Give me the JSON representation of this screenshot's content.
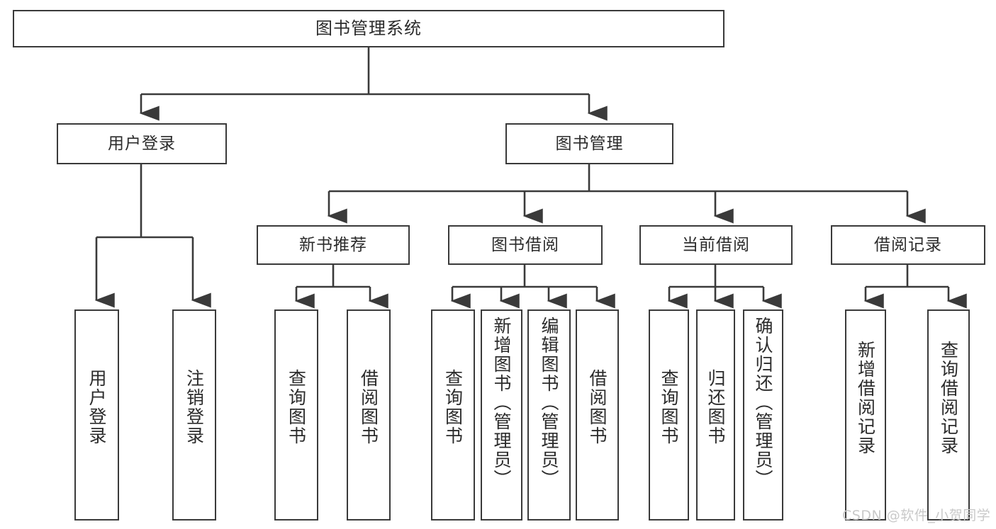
{
  "diagram": {
    "type": "tree-hierarchy",
    "title": "图书管理系统",
    "orientation": "top-down",
    "colors": {
      "box_border": "#3a3a3a",
      "box_fill": "#ffffff",
      "connector": "#3a3a3a",
      "text": "#2b2b2b",
      "watermark": "#c9c9c9"
    }
  },
  "root": {
    "label": "图书管理系统"
  },
  "level2": [
    {
      "label": "用户登录"
    },
    {
      "label": "图书管理"
    }
  ],
  "level3": [
    {
      "label": "新书推荐"
    },
    {
      "label": "图书借阅"
    },
    {
      "label": "当前借阅"
    },
    {
      "label": "借阅记录"
    }
  ],
  "leaves": {
    "user_login": [
      {
        "label": "用户登录"
      },
      {
        "label": "注销登录"
      }
    ],
    "new_book_recommend": [
      {
        "label": "查询图书"
      },
      {
        "label": "借阅图书"
      }
    ],
    "book_borrow": [
      {
        "label": "查询图书"
      },
      {
        "label": "新增图书（管理员）"
      },
      {
        "label": "编辑图书（管理员）"
      },
      {
        "label": "借阅图书"
      }
    ],
    "current_borrow": [
      {
        "label": "查询图书"
      },
      {
        "label": "归还图书"
      },
      {
        "label": "确认归还（管理员）"
      }
    ],
    "borrow_record": [
      {
        "label": "新增借阅记录"
      },
      {
        "label": "查询借阅记录"
      }
    ]
  },
  "watermark": {
    "text": "CSDN @软件_小贺同学"
  }
}
